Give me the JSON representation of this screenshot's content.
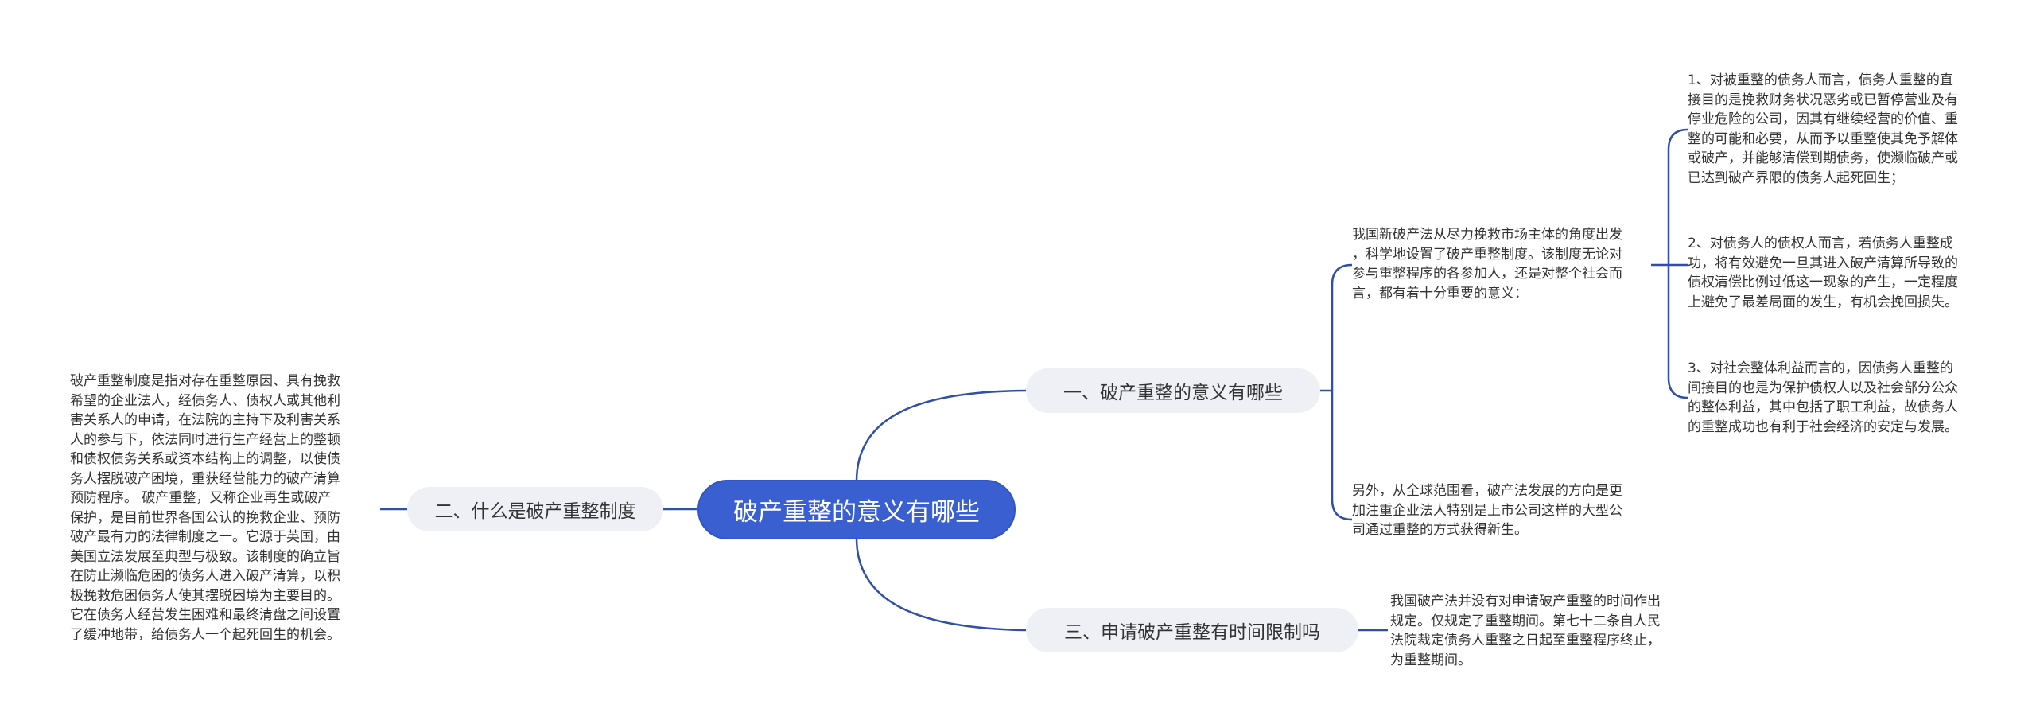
{
  "root": "破产重整的意义有哪些",
  "branches": {
    "b1": "一、破产重整的意义有哪些",
    "b2": "二、什么是破产重整制度",
    "b3": "三、申请破产重整有时间限制吗"
  },
  "leaves": {
    "b1_intro": "我国新破产法从尽力挽救市场主体的角度出发\n，科学地设置了破产重整制度。该制度无论对\n参与重整程序的各参加人，还是对整个社会而\n言，都有着十分重要的意义：",
    "b1_p1": "1、对被重整的债务人而言，债务人重整的直\n接目的是挽救财务状况恶劣或已暂停营业及有\n停业危险的公司，因其有继续经营的价值、重\n整的可能和必要，从而予以重整使其免予解体\n或破产，并能够清偿到期债务，使濒临破产或\n已达到破产界限的债务人起死回生；",
    "b1_p2": "2、对债务人的债权人而言，若债务人重整成\n功，将有效避免一旦其进入破产清算所导致的\n债权清偿比例过低这一现象的产生，一定程度\n上避免了最差局面的发生，有机会挽回损失。",
    "b1_p3": "3、对社会整体利益而言的，因债务人重整的\n间接目的也是为保护债权人以及社会部分公众\n的整体利益，其中包括了职工利益，故债务人\n的重整成功也有利于社会经济的安定与发展。",
    "b1_other": "另外，从全球范围看，破产法发展的方向是更\n加注重企业法人特别是上市公司这样的大型公\n司通过重整的方式获得新生。",
    "b2_text": "破产重整制度是指对存在重整原因、具有挽救\n希望的企业法人，经债务人、债权人或其他利\n害关系人的申请，在法院的主持下及利害关系\n人的参与下，依法同时进行生产经营上的整顿\n和债权债务关系或资本结构上的调整，以使债\n务人摆脱破产困境，重获经营能力的破产清算\n预防程序。 破产重整，又称企业再生或破产\n保护，是目前世界各国公认的挽救企业、预防\n破产最有力的法律制度之一。它源于英国，由\n美国立法发展至典型与极致。该制度的确立旨\n在防止濒临危困的债务人进入破产清算，以积\n极挽救危困债务人使其摆脱困境为主要目的。\n它在债务人经营发生困难和最终清盘之间设置\n了缓冲地带，给债务人一个起死回生的机会。",
    "b3_text": "我国破产法并没有对申请破产重整的时间作出\n规定。仅规定了重整期间。第七十二条自人民\n法院裁定债务人重整之日起至重整程序终止，\n为重整期间。"
  },
  "colors": {
    "link": "#2f4fa8",
    "root_bg": "#3a5fd0",
    "branch_bg": "#eef0f5"
  }
}
